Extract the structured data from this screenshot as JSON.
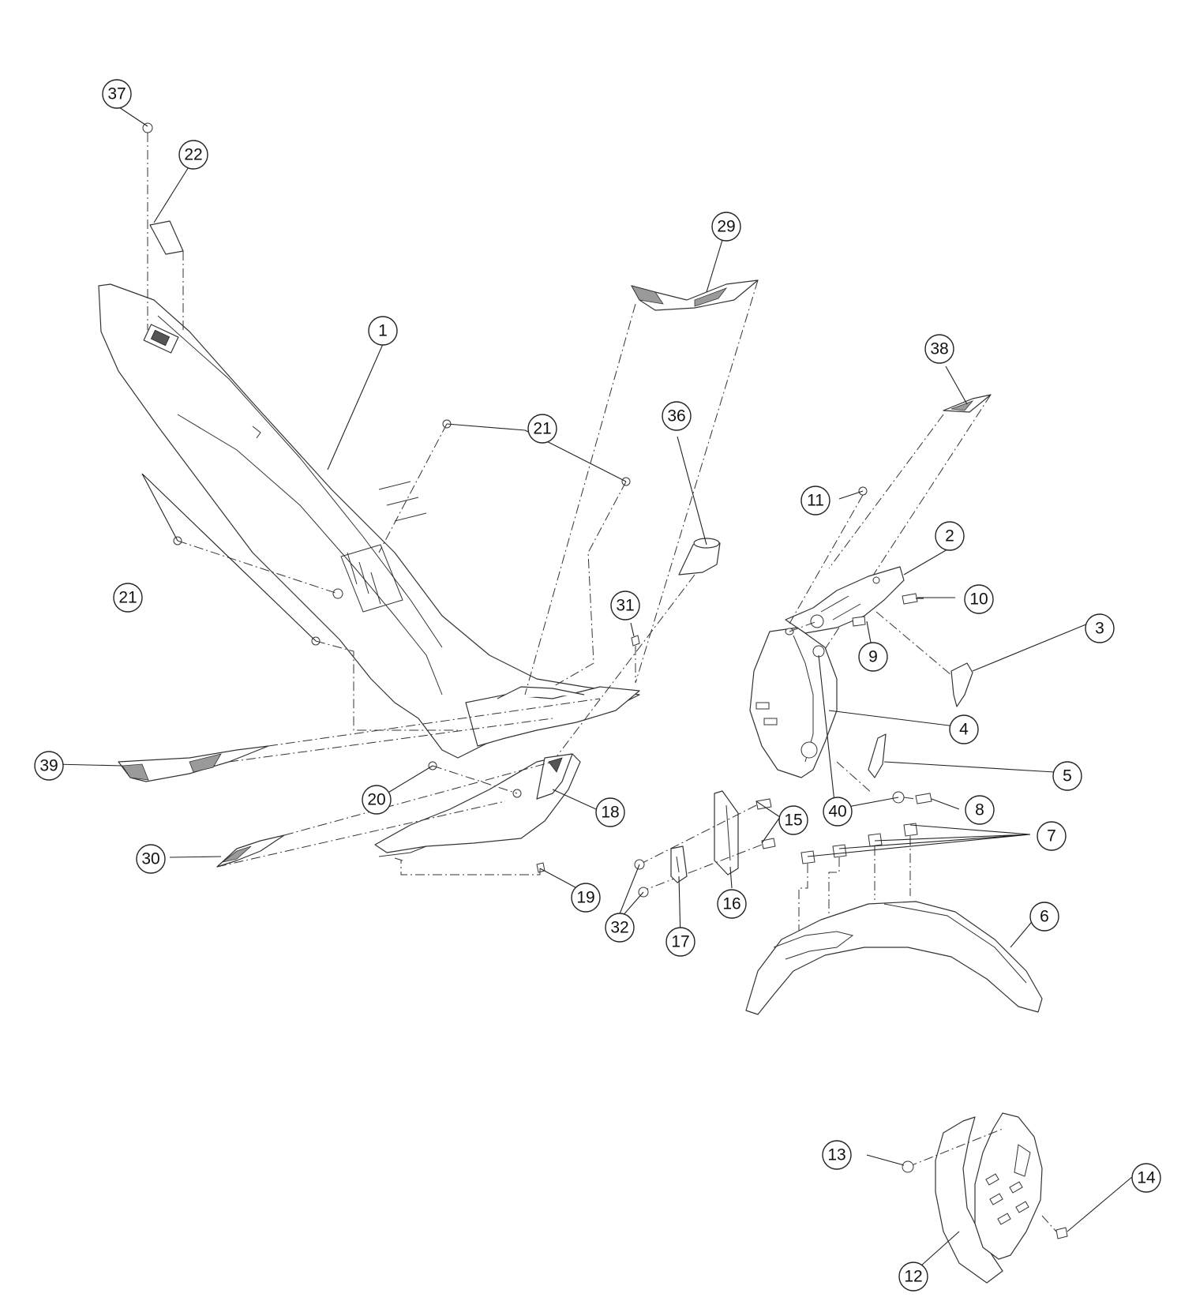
{
  "callouts": [
    "37",
    "22",
    "29",
    "1",
    "38",
    "21",
    "36",
    "11",
    "2",
    "21",
    "10",
    "31",
    "3",
    "9",
    "4",
    "5",
    "39",
    "20",
    "18",
    "40",
    "8",
    "15",
    "7",
    "30",
    "16",
    "19",
    "32",
    "17",
    "6",
    "13",
    "14",
    "12"
  ]
}
